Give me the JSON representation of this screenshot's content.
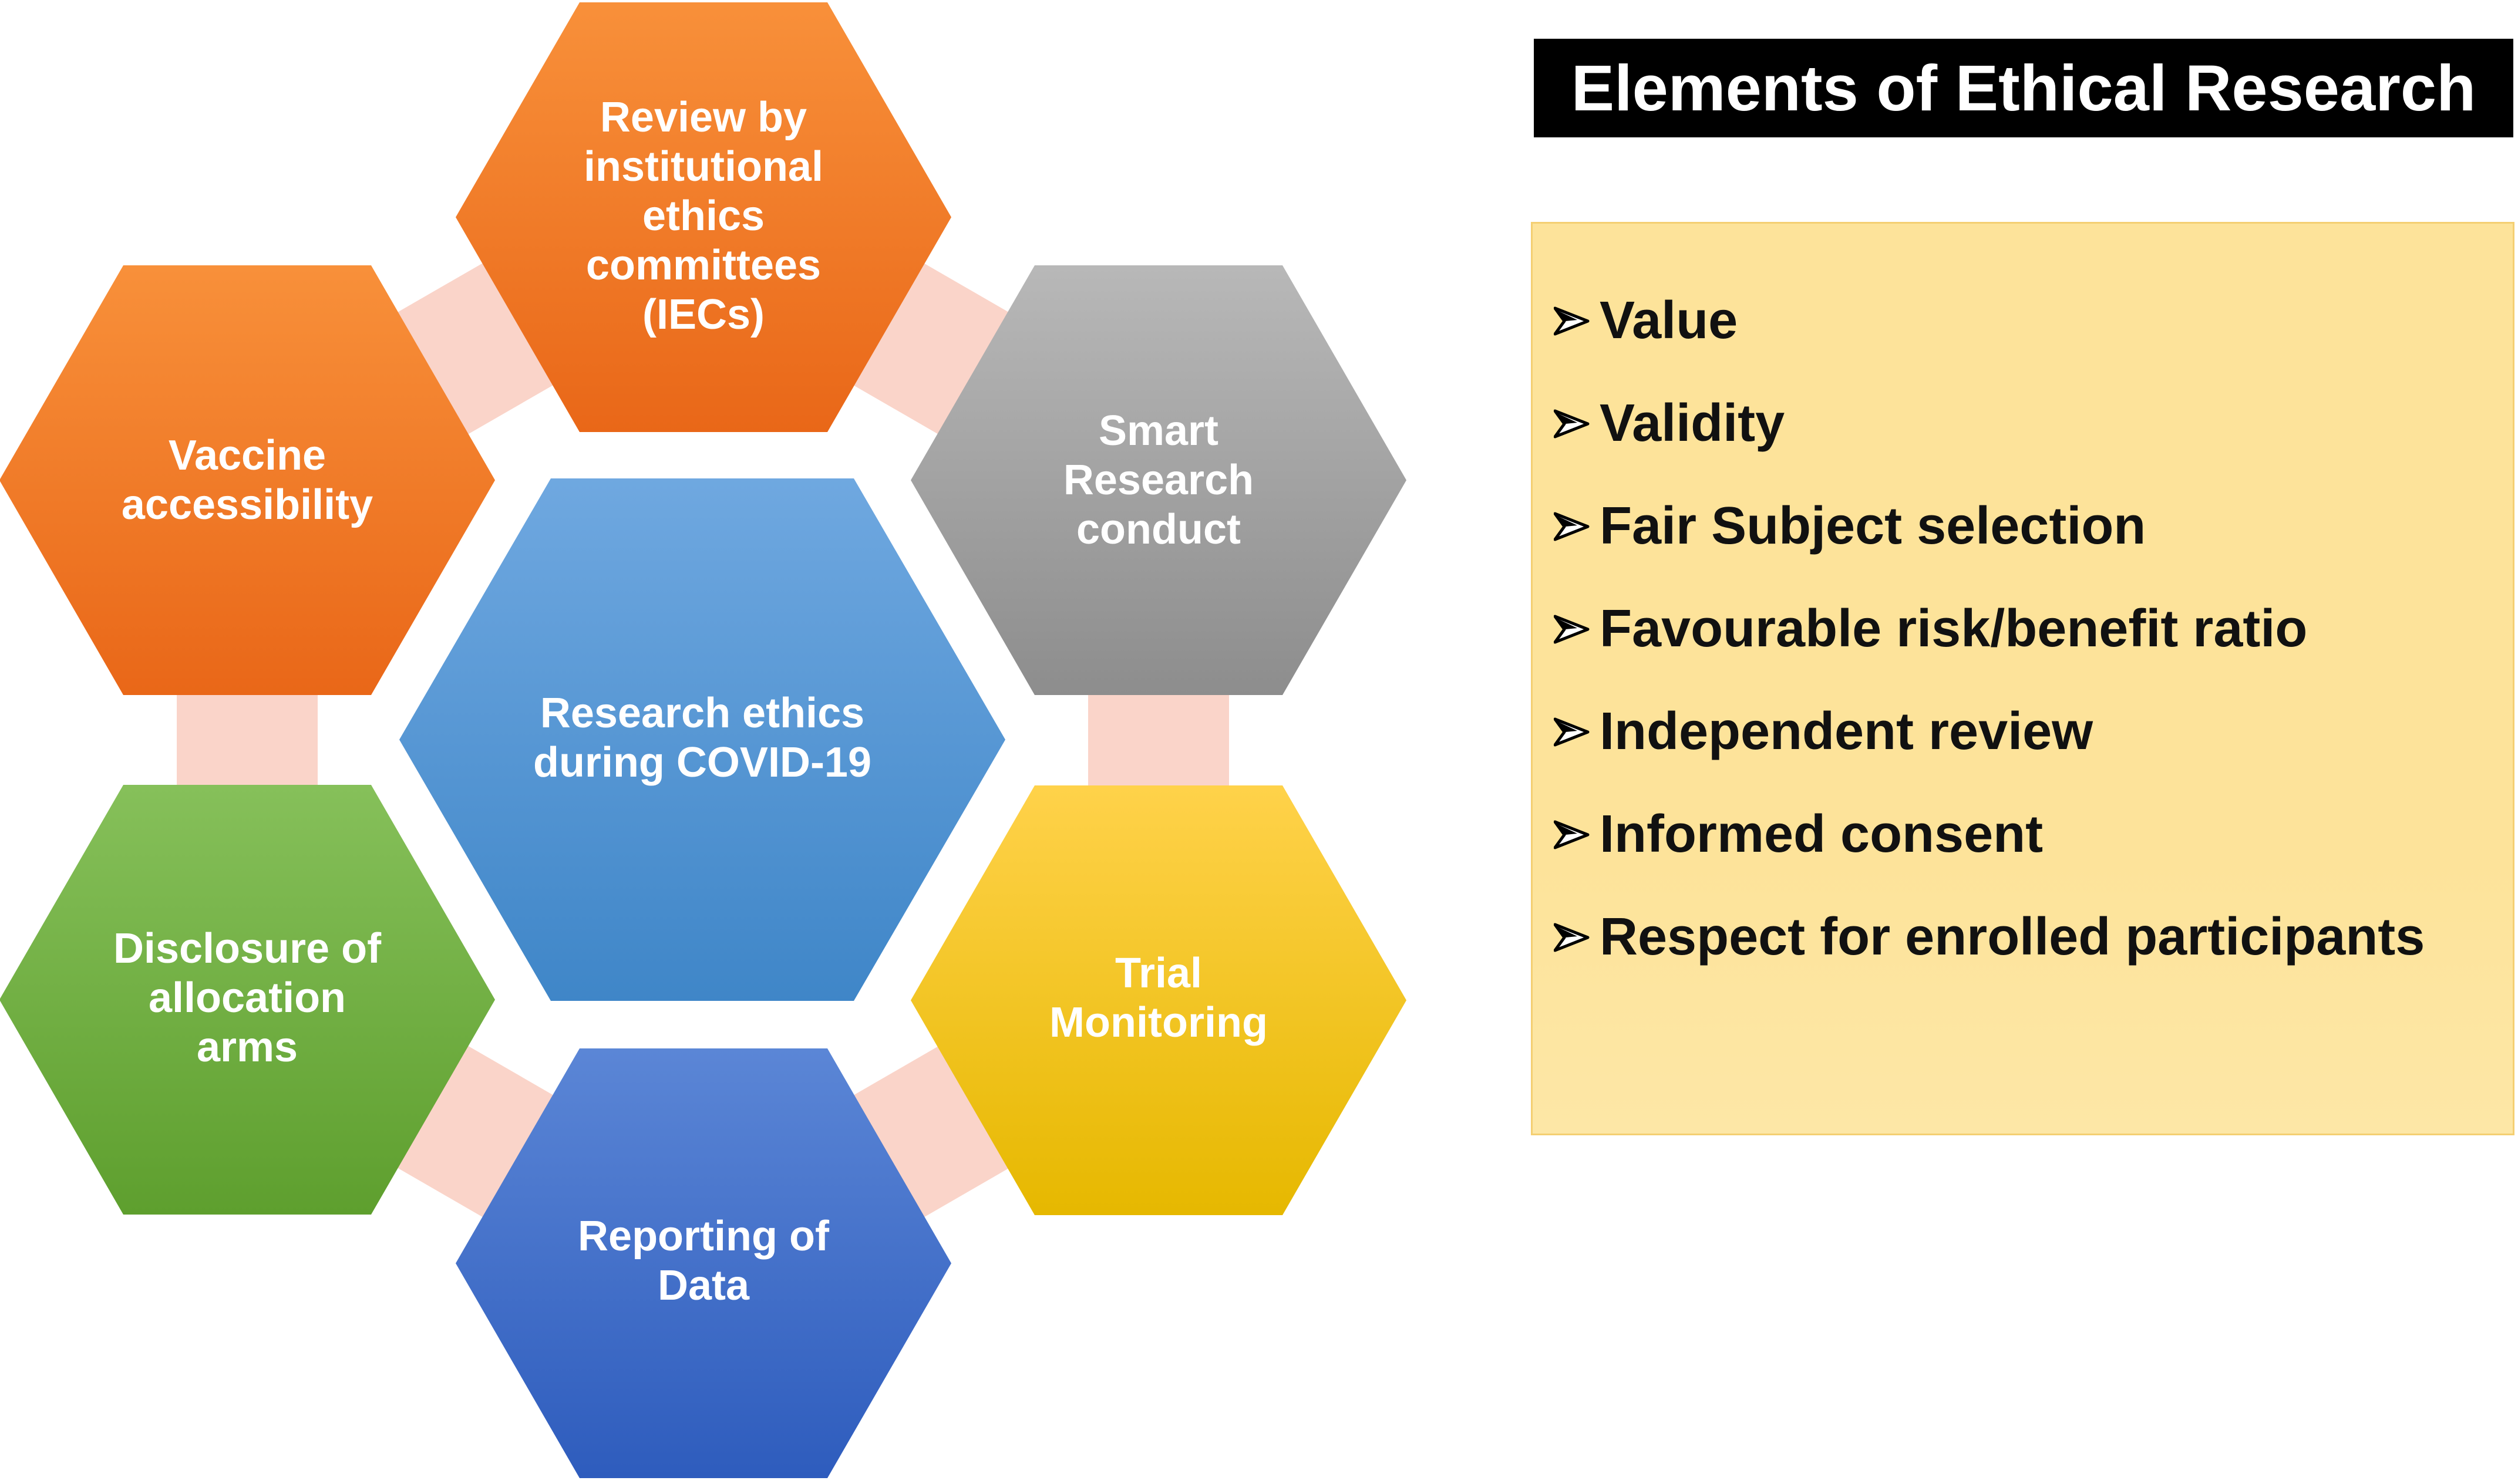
{
  "diagram": {
    "center": {
      "label_lines": [
        "Research ethics",
        "during COVID-19"
      ],
      "color_top": "#6fa8e0",
      "color_bottom": "#3f86c8"
    },
    "hexagons": [
      {
        "id": "ethics-committees",
        "label_lines": [
          "Review by",
          "institutional",
          "ethics",
          "committees",
          "(IECs)"
        ],
        "color_top": "#f8903a",
        "color_bottom": "#e96718"
      },
      {
        "id": "smart-research",
        "label_lines": [
          "Smart",
          "Research",
          "conduct"
        ],
        "color_top": "#b8b8b8",
        "color_bottom": "#8d8d8d"
      },
      {
        "id": "trial-monitoring",
        "label_lines": [
          "Trial",
          "Monitoring"
        ],
        "color_top": "#ffd24a",
        "color_bottom": "#e6b800"
      },
      {
        "id": "reporting-data",
        "label_lines": [
          "Reporting of",
          "Data"
        ],
        "color_top": "#5b86d6",
        "color_bottom": "#2e5cbd"
      },
      {
        "id": "disclosure-allocation",
        "label_lines": [
          "Disclosure of",
          "allocation",
          "arms"
        ],
        "color_top": "#86c05a",
        "color_bottom": "#5e9f2e"
      },
      {
        "id": "vaccine-accessibility",
        "label_lines": [
          "Vaccine",
          "accessibility"
        ],
        "color_top": "#f8903a",
        "color_bottom": "#e96718"
      }
    ],
    "connector_color": "#fad4c9"
  },
  "panel": {
    "title": "Elements of Ethical Research",
    "items": [
      "Value",
      "Validity",
      "Fair Subject selection",
      "Favourable risk/benefit ratio",
      "Independent review",
      "Informed consent",
      "Respect for enrolled participants"
    ],
    "bullet_icon": "arrow-bullet-icon"
  }
}
